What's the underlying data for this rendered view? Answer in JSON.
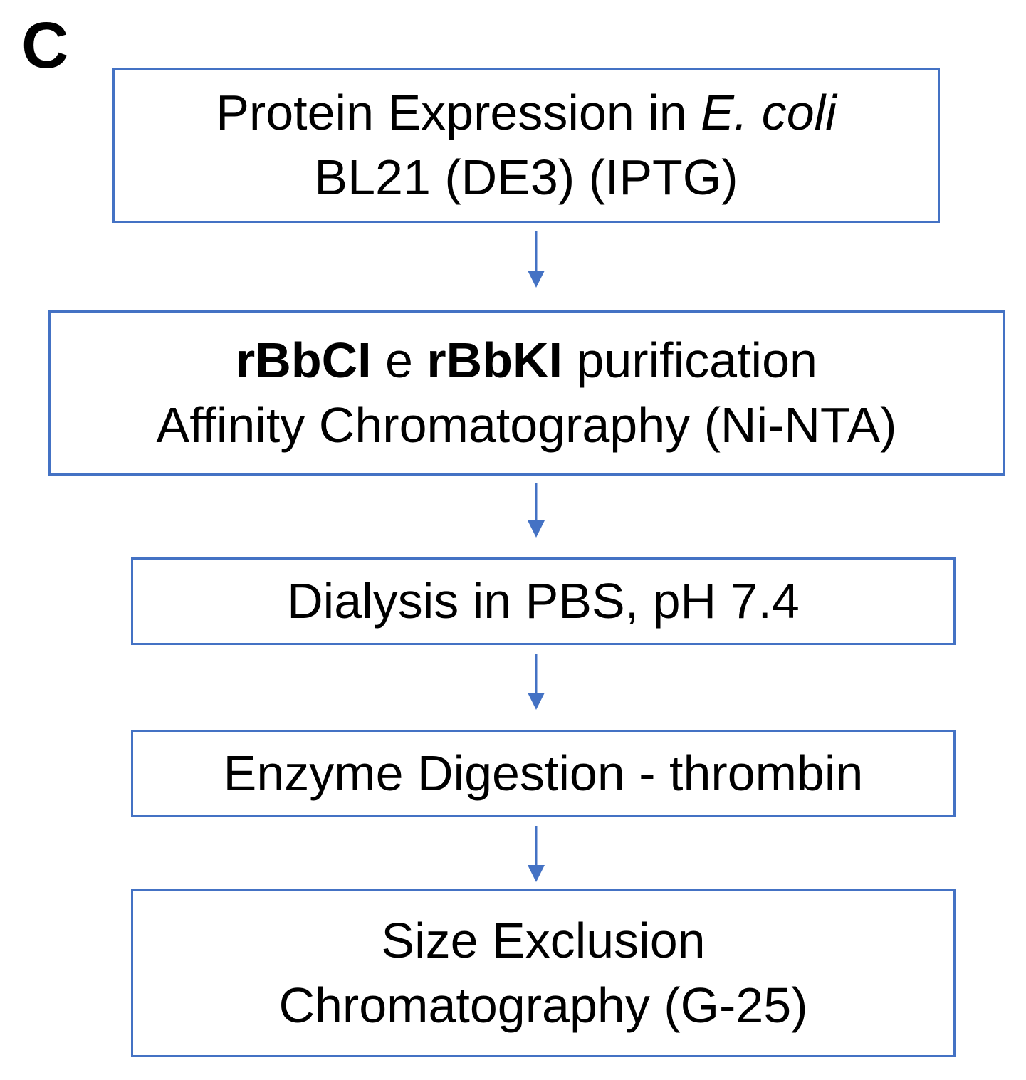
{
  "panel_label": "C",
  "accent_color": "#4472c4",
  "steps": [
    {
      "line1_a": "Protein Expression in ",
      "line1_b": "E. coli",
      "line2": "BL21 (DE3) (IPTG)"
    },
    {
      "line1_a": "rBbCI",
      "line1_b": " e ",
      "line1_c": "rBbKI",
      "line1_d": " purification",
      "line2": "Affinity Chromatography (Ni-NTA)"
    },
    {
      "line1": "Dialysis in PBS, pH 7.4"
    },
    {
      "line1": "Enzyme Digestion - thrombin"
    },
    {
      "line1": "Size Exclusion",
      "line2": "Chromatography (G-25)"
    }
  ]
}
